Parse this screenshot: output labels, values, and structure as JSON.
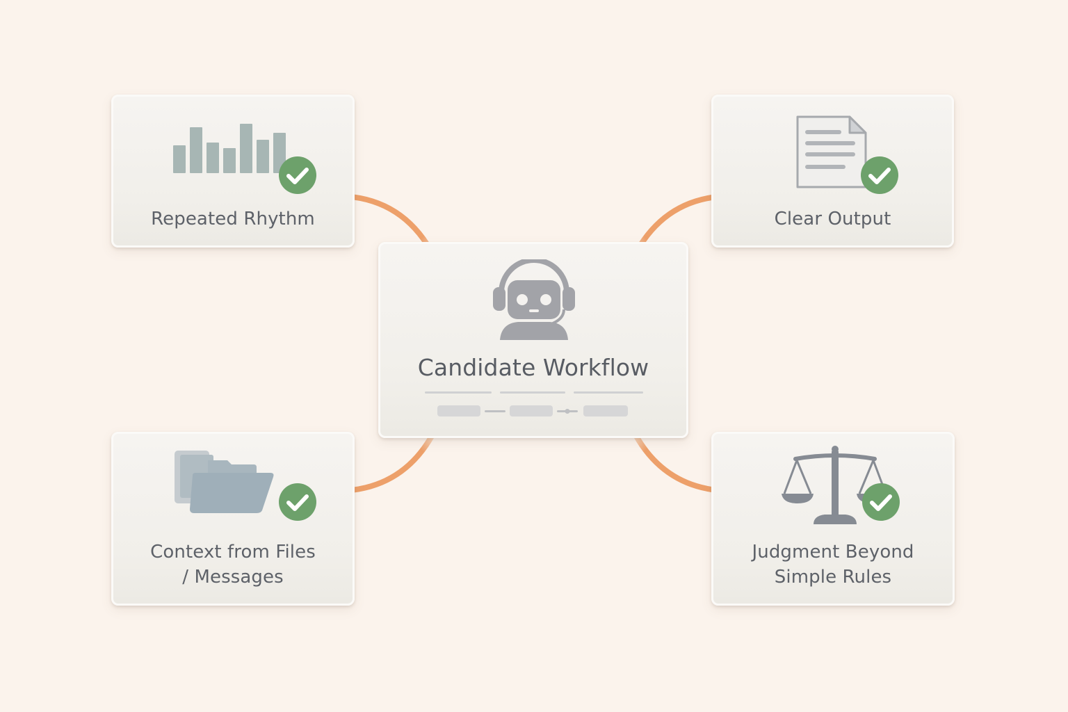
{
  "diagram": {
    "center": {
      "label": "Candidate Workflow",
      "icon": "robot-headset-icon"
    },
    "nodes": [
      {
        "id": "repeated-rhythm",
        "label": "Repeated Rhythm",
        "icon": "bar-chart-icon",
        "checked": true
      },
      {
        "id": "clear-output",
        "label": "Clear Output",
        "icon": "document-icon",
        "checked": true
      },
      {
        "id": "context-files",
        "label_line1": "Context from Files",
        "label_line2": "/ Messages",
        "icon": "folder-icon",
        "checked": true
      },
      {
        "id": "judgment",
        "label_line1": "Judgment Beyond",
        "label_line2": "Simple Rules",
        "icon": "balance-scale-icon",
        "checked": true
      }
    ]
  },
  "colors": {
    "background": "#fbf3ec",
    "connector": "#eda06a",
    "check": "#6da16b",
    "icon_gray": "#9c9ea4",
    "icon_blue_gray": "#a1b0b8",
    "text": "#5d6168"
  }
}
